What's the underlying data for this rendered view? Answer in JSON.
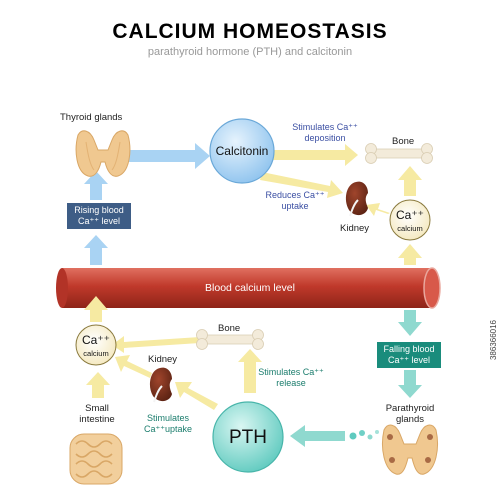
{
  "header": {
    "title": "CALCIUM HOMEOSTASIS",
    "subtitle": "parathyroid hormone (PTH) and calcitonin"
  },
  "organs": {
    "thyroid": "Thyroid glands",
    "parathyroid": "Parathyroid glands",
    "bone_top": "Bone",
    "bone_bottom": "Bone",
    "kidney_top": "Kidney",
    "kidney_bottom": "Kidney",
    "small_intestine": "Small intestine"
  },
  "hormones": {
    "calcitonin": "Calcitonin",
    "pth": "PTH"
  },
  "ions": {
    "symbol": "Ca⁺⁺",
    "name": "calcium"
  },
  "vessel": {
    "label": "Blood calcium level"
  },
  "status_boxes": {
    "rising": "Rising blood Ca⁺⁺ level",
    "falling": "Falling blood Ca⁺⁺ level"
  },
  "effects": {
    "calcitonin_bone": "Stimulates Ca⁺⁺ deposition",
    "calcitonin_kidney": "Reduces Ca⁺⁺ uptake",
    "pth_bone": "Stimulates Ca⁺⁺ release",
    "pth_intestine": "Stimulates Ca⁺⁺uptake"
  },
  "stock_id": "386366016",
  "colors": {
    "calcitonin_fill": "#9fcdf2",
    "pth_fill": "#7fd8cf",
    "vessel_red": "#c0392b",
    "arrow_yellow": "#f6eaa2",
    "arrow_blue": "#a9d3f3",
    "arrow_teal": "#8fd9cf",
    "box_navy": "#3e5d86",
    "box_teal": "#1a8c7c"
  }
}
